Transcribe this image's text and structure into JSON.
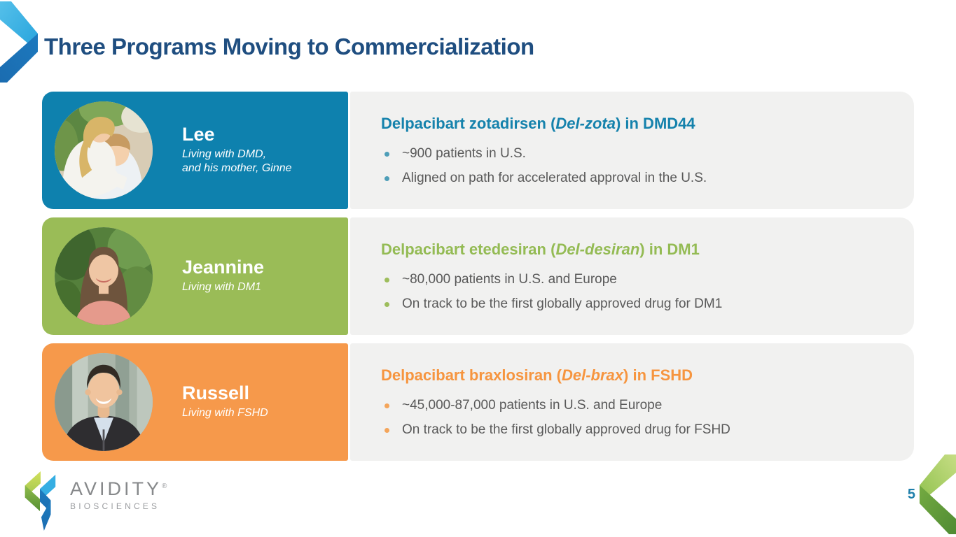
{
  "slide": {
    "title": "Three Programs Moving to Commercialization",
    "page_number": "5"
  },
  "footer": {
    "logo_text": "AVIDITY",
    "logo_registered": "®",
    "logo_subtext": "BIOSCIENCES"
  },
  "colors": {
    "title": "#1F4E80",
    "body_text": "#595959",
    "panel_bg": "#F1F1F0",
    "page_number": "#1F7FAB"
  },
  "programs": [
    {
      "accent": "#0E81AE",
      "heading_color": "#1582AC",
      "bullet_color": "#4E9EB8",
      "person": {
        "name": "Lee",
        "caption": "Living with DMD,\nand his mother, Ginne"
      },
      "heading": {
        "before": "Delpacibart zotadirsen (",
        "italic": "Del-zota",
        "after": ") in DMD44"
      },
      "bullets": [
        "~900 patients in U.S.",
        "Aligned on path for accelerated approval in the U.S."
      ]
    },
    {
      "accent": "#9ABC57",
      "heading_color": "#94BB54",
      "bullet_color": "#9DBD5B",
      "person": {
        "name": "Jeannine",
        "caption": "Living with DM1"
      },
      "heading": {
        "before": "Delpacibart etedesiran (",
        "italic": "Del-desiran",
        "after": ") in DM1"
      },
      "bullets": [
        "~80,000 patients in U.S. and Europe",
        "On track to be the first globally approved drug for DM1"
      ]
    },
    {
      "accent": "#F6994B",
      "heading_color": "#F6953F",
      "bullet_color": "#F4A55A",
      "person": {
        "name": "Russell",
        "caption": "Living with FSHD"
      },
      "heading": {
        "before": "Delpacibart braxlosiran (",
        "italic": "Del-brax",
        "after": ") in FSHD"
      },
      "bullets": [
        "~45,000-87,000 patients in U.S. and Europe",
        "On track to be the first globally approved drug for FSHD"
      ]
    }
  ]
}
